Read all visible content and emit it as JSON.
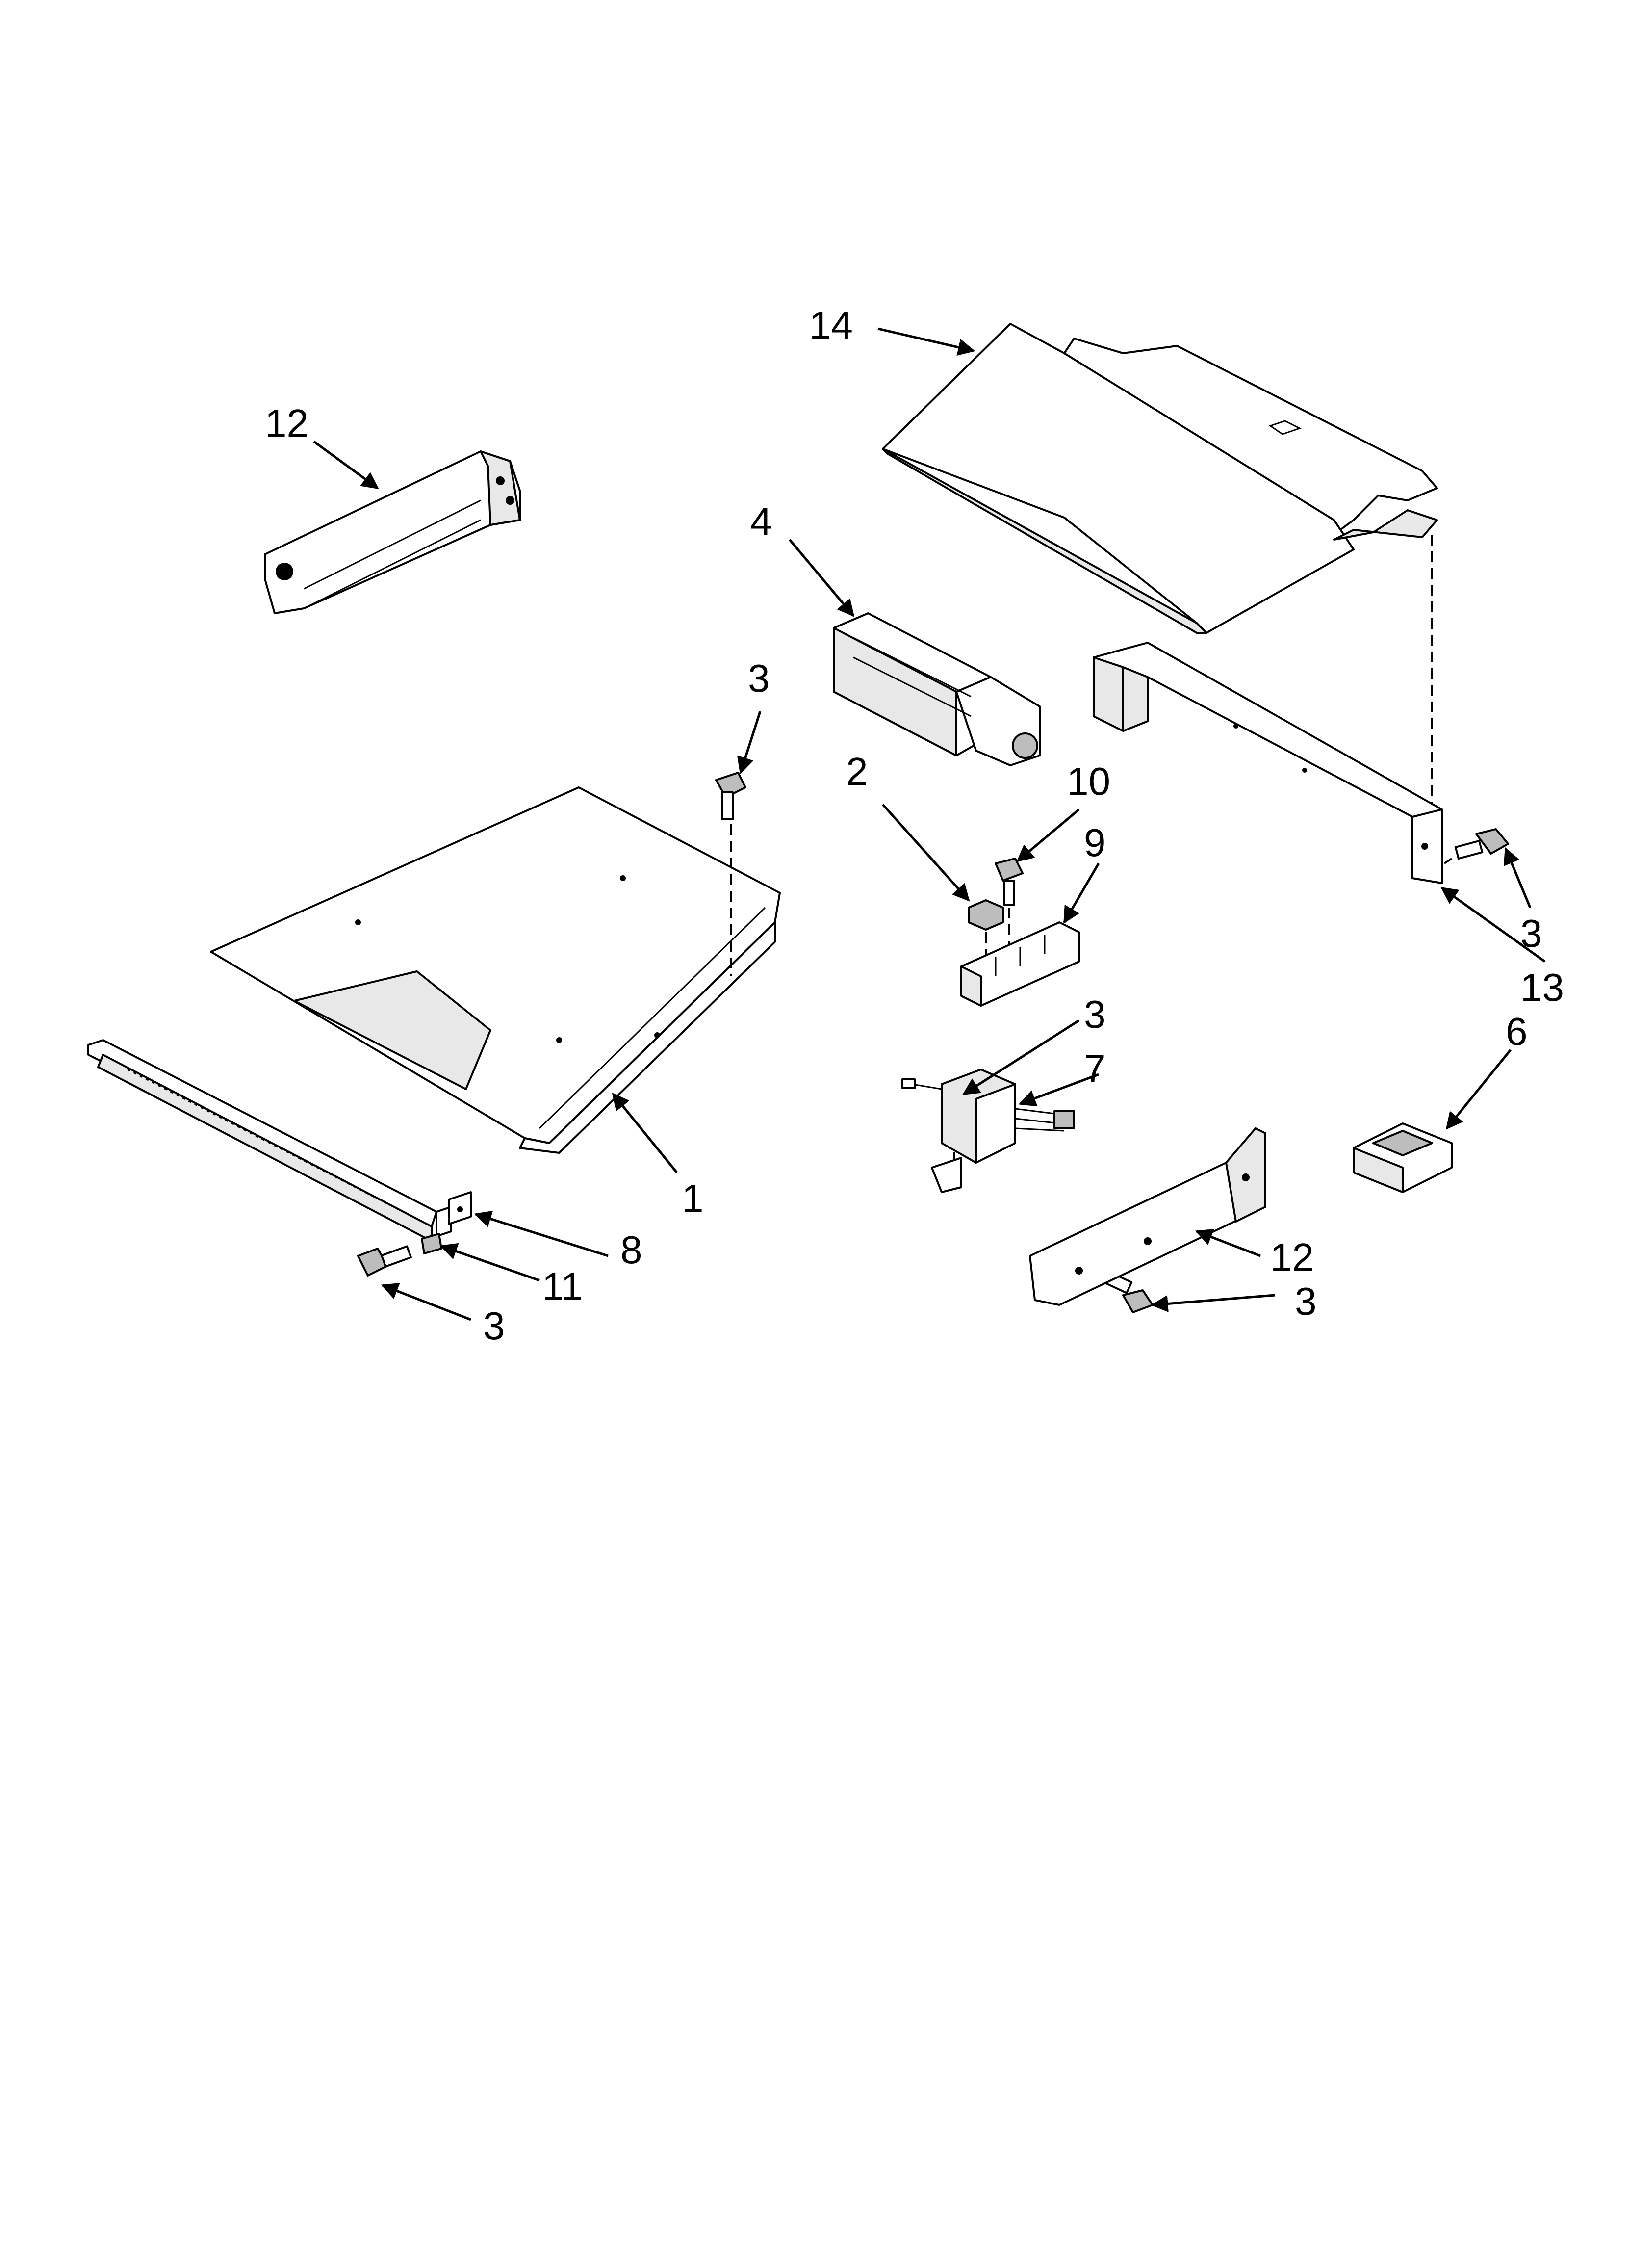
{
  "diagram": {
    "callouts": {
      "c14": "14",
      "c12_top": "12",
      "c4": "4",
      "c3_screw_pan": "3",
      "c2": "2",
      "c10": "10",
      "c9": "9",
      "c3_bracket_right": "3",
      "c13": "13",
      "c6": "6",
      "c3_transformer": "3",
      "c7": "7",
      "c1": "1",
      "c8": "8",
      "c11": "11",
      "c3_slide": "3",
      "c12_bottom": "12",
      "c3_bottom_bracket": "3"
    }
  }
}
